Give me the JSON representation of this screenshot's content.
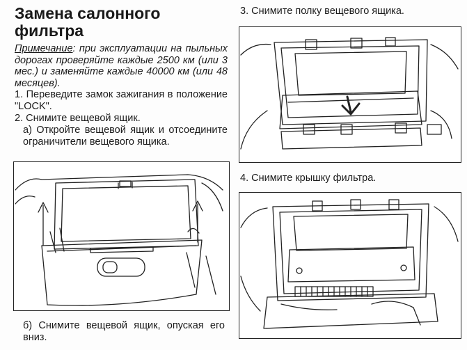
{
  "title": "Замена салонного фильтра",
  "note": {
    "label": "Примечание",
    "text": ": при эксплуатации на пыльных дорогах проверяйте каждые 2500 км (или 3 мес.) и заменяйте каждые 40000 км (или 48 месяцев)."
  },
  "steps": {
    "step1": "1. Переведите замок зажигания в положение \"LOCK\".",
    "step2": "2. Снимите вещевой ящик.",
    "step2a": "а) Откройте вещевой ящик и отсоедините ограничители вещевого ящика.",
    "step2b": "б) Снимите вещевой ящик, опуская его вниз.",
    "step3": "3. Снимите полку вещевого ящика.",
    "step4": "4. Снимите крышку фильтра."
  }
}
